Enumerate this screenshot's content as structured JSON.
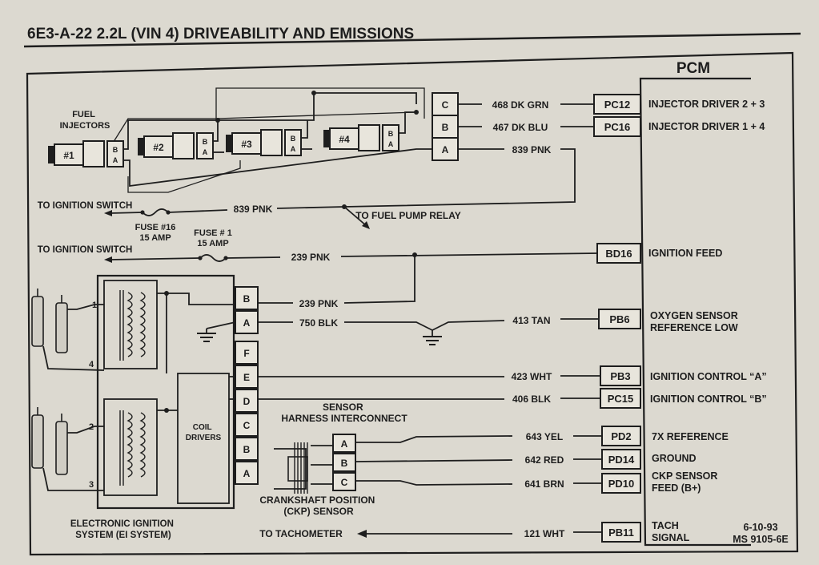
{
  "header": {
    "title": "6E3-A-22  2.2L  (VIN 4)  DRIVEABILITY AND EMISSIONS"
  },
  "pcm": {
    "label": "PCM"
  },
  "injectors": {
    "label": "FUEL INJECTORS",
    "items": [
      "#1",
      "#2",
      "#3",
      "#4"
    ],
    "pin_b": "B",
    "pin_a": "A",
    "connector_pins": [
      "C",
      "B",
      "A"
    ]
  },
  "fuses": {
    "fuse16": "FUSE #16",
    "fuse16_rating": "15 AMP",
    "fuse1": "FUSE # 1",
    "fuse1_rating": "15 AMP"
  },
  "misc_labels": {
    "to_ignition_switch_1": "TO IGNITION SWITCH",
    "to_ignition_switch_2": "TO IGNITION SWITCH",
    "to_fuel_pump_relay": "TO FUEL PUMP RELAY",
    "to_tachometer": "TO TACHOMETER",
    "sensor_harness": "SENSOR HARNESS INTERCONNECT",
    "ckp_sensor": "CRANKSHAFT POSITION (CKP) SENSOR",
    "ei_system": "ELECTRONIC IGNITION SYSTEM (EI SYSTEM)",
    "coil_drivers": "COIL DRIVERS",
    "date": "6-10-93",
    "ms_code": "MS 9105-6E"
  },
  "ei_module": {
    "pins": [
      "B",
      "A",
      "F",
      "E",
      "D",
      "C",
      "B",
      "A"
    ],
    "coil_numbers": [
      "1",
      "4",
      "2",
      "3"
    ]
  },
  "ckp_connector": {
    "pins": [
      "A",
      "B",
      "C"
    ]
  },
  "wires": [
    {
      "color_label": "468 DK GRN",
      "pin": "PC12",
      "function": "INJECTOR DRIVER 2 + 3"
    },
    {
      "color_label": "467 DK BLU",
      "pin": "PC16",
      "function": "INJECTOR DRIVER 1 + 4"
    },
    {
      "color_label": "839 PNK",
      "pin": "",
      "function": ""
    },
    {
      "color_label": "839 PNK",
      "pin": "",
      "function": ""
    },
    {
      "color_label": "239 PNK",
      "pin": "BD16",
      "function": "IGNITION FEED"
    },
    {
      "color_label": "239 PNK",
      "pin": "",
      "function": ""
    },
    {
      "color_label": "750 BLK",
      "pin": "",
      "function": ""
    },
    {
      "color_label": "413 TAN",
      "pin": "PB6",
      "function": "OXYGEN SENSOR REFERENCE LOW"
    },
    {
      "color_label": "423 WHT",
      "pin": "PB3",
      "function": "IGNITION CONTROL “A”"
    },
    {
      "color_label": "406 BLK",
      "pin": "PC15",
      "function": "IGNITION CONTROL “B”"
    },
    {
      "color_label": "643 YEL",
      "pin": "PD2",
      "function": "7X REFERENCE"
    },
    {
      "color_label": "642 RED",
      "pin": "PD14",
      "function": "GROUND"
    },
    {
      "color_label": "641 BRN",
      "pin": "PD10",
      "function": "CKP SENSOR FEED (B+)"
    },
    {
      "color_label": "121 WHT",
      "pin": "PB11",
      "function": "TACH SIGNAL"
    }
  ]
}
